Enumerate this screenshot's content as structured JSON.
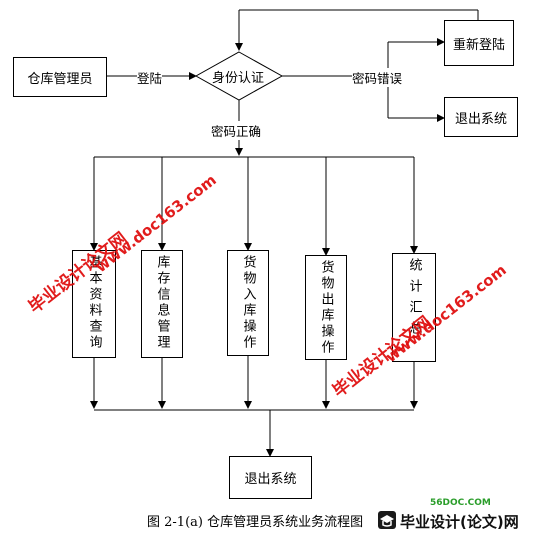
{
  "diagram": {
    "nodes": {
      "actor": "仓库管理员",
      "decision": "身份认证",
      "relogin": "重新登陆",
      "exit_top": "退出系统",
      "modules": [
        "基本资料查询",
        "库存信息管理",
        "货物入库操作",
        "货物出库操作",
        "统计汇总"
      ],
      "exit_bottom": "退出系统"
    },
    "edge_labels": {
      "login": "登陆",
      "wrong_password": "密码错误",
      "correct_password": "密码正确"
    },
    "caption": "图 2-1(a)  仓库管理员系统业务流程图"
  },
  "watermarks": {
    "left_text": "毕业设计论文网",
    "left_url": "www.doc163.com",
    "right_text": "毕业设计论文网",
    "right_url": "www.doc163.com",
    "color": "#e01010"
  },
  "logo": {
    "site": "56DOC.COM",
    "name": "毕业设计(论文)网",
    "icon": "cap-icon"
  }
}
